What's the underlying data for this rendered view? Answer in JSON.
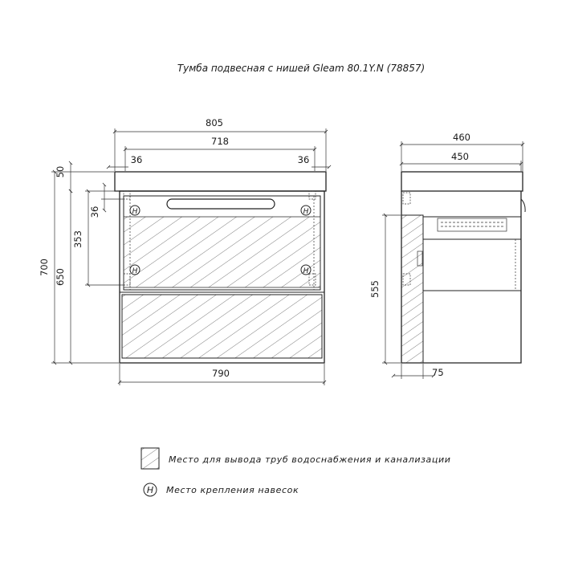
{
  "title": "Тумба подвесная с нишей Gleam 80.1Y.N (78857)",
  "front_view": {
    "dims": {
      "total_width": "805",
      "inner_width": "718",
      "left_offset": "36",
      "right_offset": "36",
      "top_thickness": "50",
      "total_height": "700",
      "body_height": "650",
      "mount_height": "353",
      "mount_offset": "36",
      "bottom_width": "790"
    }
  },
  "side_view": {
    "dims": {
      "total_depth": "460",
      "body_depth": "450",
      "niche_height": "555",
      "niche_depth": "75"
    }
  },
  "legend": {
    "pipes_label": "Место для вывода труб водоснабжения и канализации",
    "mount_label": "Место крепления навесок",
    "mount_symbol": "H"
  }
}
